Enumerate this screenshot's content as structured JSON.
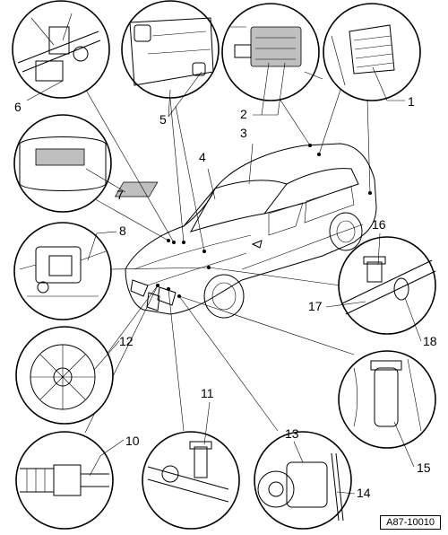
{
  "figure": {
    "reference_code": "A87-10010",
    "callouts": [
      {
        "id": "1",
        "label": "1"
      },
      {
        "id": "2",
        "label": "2"
      },
      {
        "id": "3",
        "label": "3"
      },
      {
        "id": "4",
        "label": "4"
      },
      {
        "id": "5",
        "label": "5"
      },
      {
        "id": "6",
        "label": "6"
      },
      {
        "id": "7",
        "label": "7"
      },
      {
        "id": "8",
        "label": "8"
      },
      {
        "id": "10",
        "label": "10"
      },
      {
        "id": "11",
        "label": "11"
      },
      {
        "id": "12",
        "label": "12"
      },
      {
        "id": "13",
        "label": "13"
      },
      {
        "id": "14",
        "label": "14"
      },
      {
        "id": "15",
        "label": "15"
      },
      {
        "id": "16",
        "label": "16"
      },
      {
        "id": "17",
        "label": "17"
      },
      {
        "id": "18",
        "label": "18"
      }
    ],
    "detail_views": [
      {
        "id": "valve-block",
        "icon": "valve-block-icon"
      },
      {
        "id": "firewall-mounts",
        "icon": "bracket-icon"
      },
      {
        "id": "control-unit",
        "icon": "control-unit-icon"
      },
      {
        "id": "rear-vent",
        "icon": "vent-grille-icon"
      },
      {
        "id": "sensor-panel",
        "icon": "sensor-icon"
      },
      {
        "id": "heater-unit",
        "icon": "heater-unit-icon"
      },
      {
        "id": "radiator-fan",
        "icon": "fan-icon"
      },
      {
        "id": "pipe-connector",
        "icon": "connector-icon"
      },
      {
        "id": "pressure-switch",
        "icon": "pressure-switch-icon"
      },
      {
        "id": "compressor",
        "icon": "compressor-icon"
      },
      {
        "id": "receiver-drier",
        "icon": "receiver-drier-icon"
      },
      {
        "id": "service-valve",
        "icon": "service-valve-icon"
      }
    ]
  }
}
